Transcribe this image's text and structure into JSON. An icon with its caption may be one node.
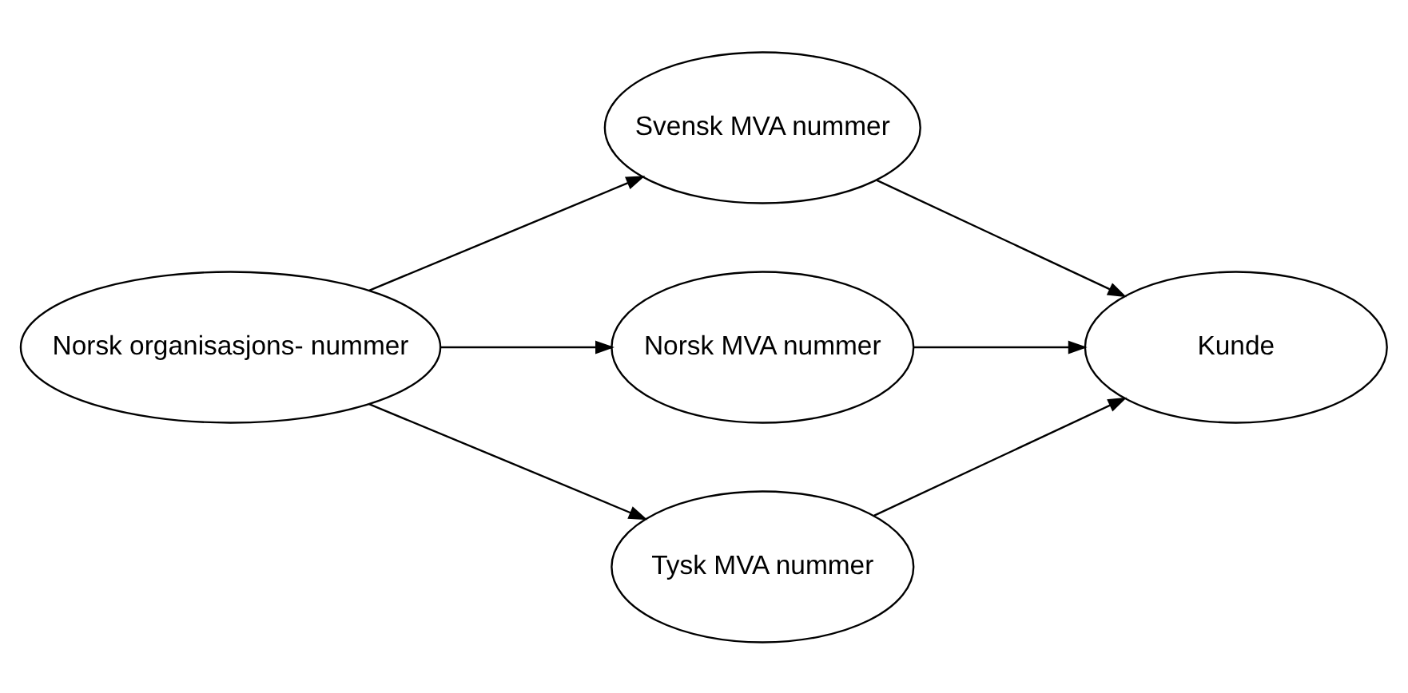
{
  "diagram": {
    "nodes": [
      {
        "text": [
          "Norsk organisasjons- nummer"
        ]
      },
      {
        "text": [
          "Svensk MVA nummer"
        ]
      },
      {
        "text": [
          "Norsk MVA nummer"
        ]
      },
      {
        "text": [
          "Tysk MVA nummer"
        ]
      },
      {
        "text": [
          "Kunde"
        ]
      }
    ],
    "edges": [
      {
        "from": 0,
        "to": 1,
        "arrow": "to"
      },
      {
        "from": 0,
        "to": 2,
        "arrow": "to"
      },
      {
        "from": 0,
        "to": 3,
        "arrow": "to"
      },
      {
        "from": 1,
        "to": 4,
        "arrow": "to"
      },
      {
        "from": 2,
        "to": 4,
        "arrow": "to"
      },
      {
        "from": 3,
        "to": 4,
        "arrow": "to"
      }
    ]
  }
}
